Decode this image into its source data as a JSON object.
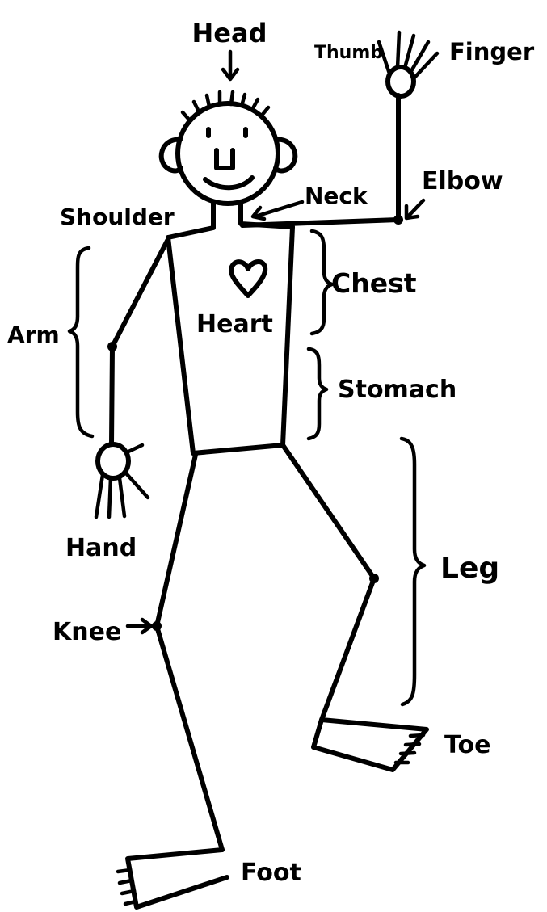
{
  "labels": {
    "head": "Head",
    "thumb": "Thumb",
    "finger": "Finger",
    "elbow": "Elbow",
    "neck": "Neck",
    "shoulder": "Shoulder",
    "chest": "Chest",
    "heart": "Heart",
    "arm": "Arm",
    "stomach": "Stomach",
    "hand": "Hand",
    "leg": "Leg",
    "knee": "Knee",
    "toe": "Toe",
    "foot": "Foot"
  }
}
